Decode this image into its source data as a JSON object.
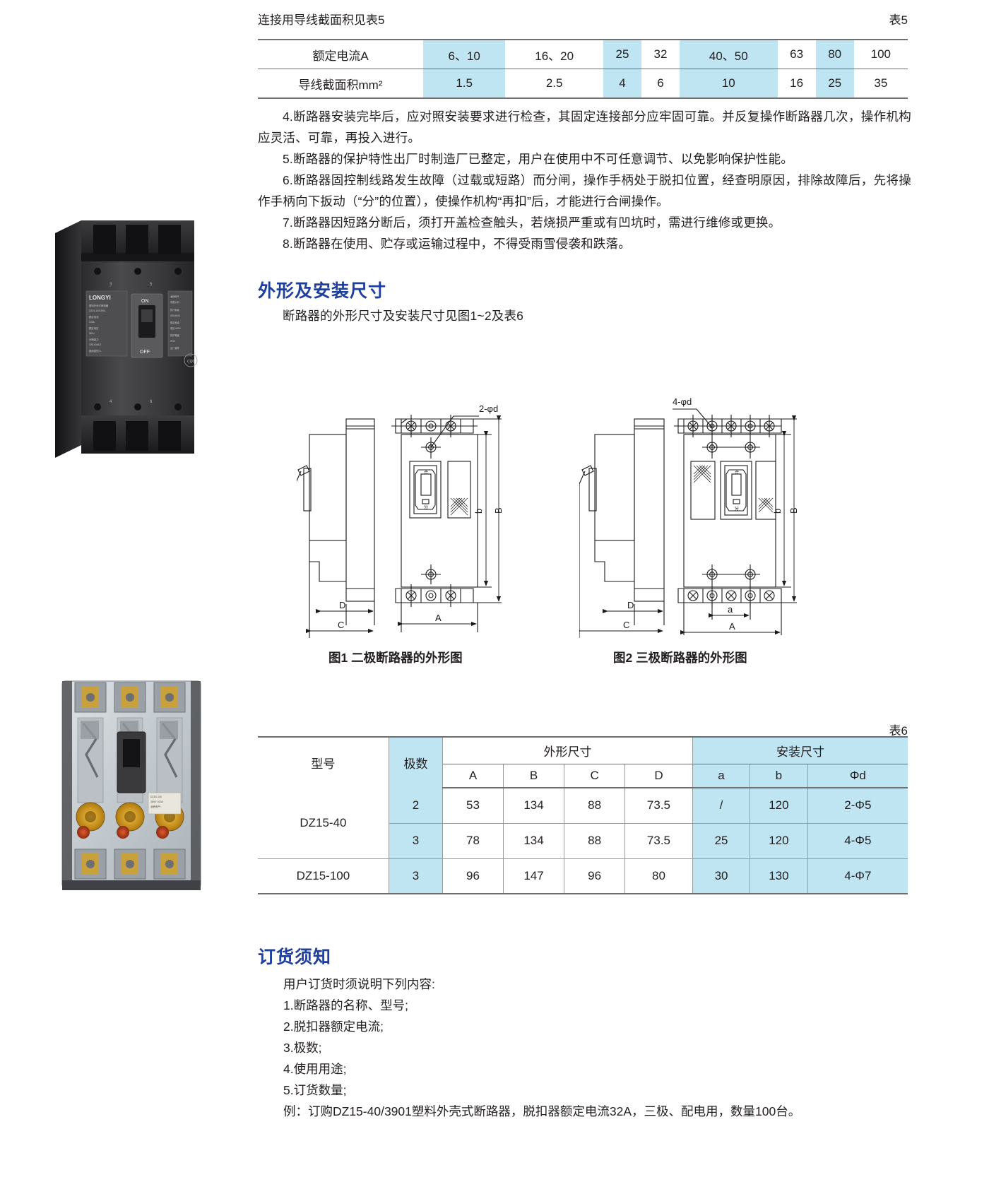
{
  "table5": {
    "caption": "连接用导线截面积见表5",
    "number": "表5",
    "rows": [
      {
        "label": "额定电流A",
        "values": [
          "6、10",
          "16、20",
          "25",
          "32",
          "40、50",
          "63",
          "80",
          "100"
        ]
      },
      {
        "label": "导线截面积mm²",
        "values": [
          "1.5",
          "2.5",
          "4",
          "6",
          "10",
          "16",
          "25",
          "35"
        ]
      }
    ],
    "highlight_columns": [
      0,
      2,
      4,
      6
    ]
  },
  "notes": [
    "4.断路器安装完毕后，应对照安装要求进行检查，其固定连接部分应牢固可靠。并反复操作断路器几次，操作机构应灵活、可靠，再投入进行。",
    "5.断路器的保护特性出厂时制造厂已整定，用户在使用中不可任意调节、以免影响保护性能。",
    "6.断路器固控制线路发生故障（过载或短路）而分闸，操作手柄处于脱扣位置，经查明原因，排除故障后，先将操作手柄向下扳动（“分”的位置），使操作机构“再扣”后，才能进行合闸操作。",
    "7.断路器因短路分断后，须打开盖检查触头，若烧损严重或有凹坑时，需进行维修或更换。",
    "8.断路器在使用、贮存或运输过程中，不得受雨雪侵袭和跌落。"
  ],
  "outline_section": {
    "title": "外形及安装尺寸",
    "text": "断路器的外形尺寸及安装尺寸见图1~2及表6"
  },
  "figures": {
    "fig1": {
      "caption": "图1  二极断路器的外形图",
      "hole_label": "2-φd",
      "dims": [
        "A",
        "B",
        "b",
        "C",
        "D",
        "合",
        "分"
      ]
    },
    "fig2": {
      "caption": "图2  三极断路器的外形图",
      "hole_label": "4-φd",
      "dims": [
        "A",
        "B",
        "b",
        "a",
        "C",
        "D",
        "合",
        "分"
      ]
    }
  },
  "table6": {
    "number": "表6",
    "headers": {
      "model": "型号",
      "poles": "极数",
      "group_outline": "外形尺寸",
      "group_install": "安装尺寸",
      "cols_outline": [
        "A",
        "B",
        "C",
        "D"
      ],
      "cols_install": [
        "a",
        "b",
        "Φd"
      ]
    },
    "rows": [
      {
        "model": "DZ15-40",
        "model_rowspan": 2,
        "poles": "2",
        "A": "53",
        "B": "134",
        "C": "88",
        "D": "73.5",
        "a": "/",
        "b": "120",
        "phd": "2-Φ5"
      },
      {
        "model": "",
        "model_rowspan": 0,
        "poles": "3",
        "A": "78",
        "B": "134",
        "C": "88",
        "D": "73.5",
        "a": "25",
        "b": "120",
        "phd": "4-Φ5"
      },
      {
        "model": "DZ15-100",
        "model_rowspan": 1,
        "poles": "3",
        "A": "96",
        "B": "147",
        "C": "96",
        "D": "80",
        "a": "30",
        "b": "130",
        "phd": "4-Φ7"
      }
    ]
  },
  "order_section": {
    "title": "订货须知",
    "lead": "用户订货时须说明下列内容:",
    "items": [
      "1.断路器的名称、型号;",
      "2.脱扣器额定电流;",
      "3.极数;",
      "4.使用用途;",
      "5.订货数量;"
    ],
    "example": "例：订购DZ15-40/3901塑料外壳式断路器，脱扣器额定电流32A，三极、配电用，数量100台。"
  },
  "photos": {
    "photo1_brand": "LONGYI",
    "photo1_on": "ON",
    "photo1_off": "OFF",
    "photo1_company": "龙西电气有限公司"
  },
  "colors": {
    "heading_blue": "#1f3f9e",
    "cell_highlight": "#bfe4f2",
    "rule": "#6d6e71",
    "text": "#231f20"
  }
}
